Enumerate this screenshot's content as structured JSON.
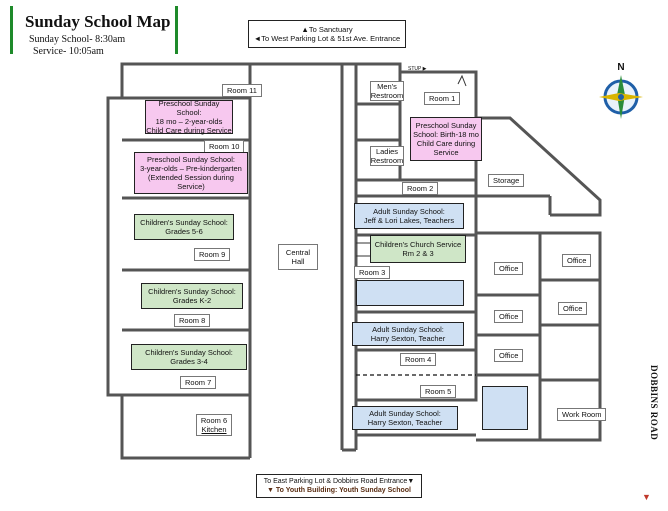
{
  "title": "Sunday School Map",
  "times": {
    "sunday_school": "Sunday School- 8:30am",
    "service": "Service- 10:05am"
  },
  "top_entrance": {
    "line1": "▲To Sanctuary",
    "line2": "◄To West Parking Lot & 51st Ave. Entrance"
  },
  "bottom_entrance": {
    "line1": "To East Parking Lot & Dobbins Road Entrance▼",
    "line2": "▼ To Youth Building: Youth Sunday School"
  },
  "road": "DOBBINS ROAD",
  "compass": {
    "north": "N",
    "colors": {
      "ring": "#1f5fa8",
      "arrow_main": "#2a8c3a",
      "arrow_alt": "#d8b400"
    }
  },
  "rooms": {
    "room11": "Room 11",
    "room10": "Room 10",
    "room9": "Room 9",
    "room8": "Room 8",
    "room7": "Room 7",
    "room6": [
      "Room 6",
      "Kitchen"
    ],
    "mens": [
      "Men's",
      "Restroom"
    ],
    "room1": "Room 1",
    "ladies": [
      "Ladies",
      "Restroom"
    ],
    "storage": "Storage",
    "room2": "Room 2",
    "room3": "Room 3",
    "room4": "Room 4",
    "room5": "Room 5",
    "central_hall": [
      "Central",
      "Hall"
    ],
    "office1": "Office",
    "office2": "Office",
    "office3": "Office",
    "office4": "Office",
    "office5": "Office",
    "work_room": "Work Room",
    "stair_label": "STUP ▶"
  },
  "programs": {
    "preschool_18mo": [
      "Preschool Sunday School:",
      "18 mo – 2-year-olds",
      "Child Care during Service"
    ],
    "preschool_3yr": [
      "Preschool Sunday School:",
      "3-year-olds – Pre-kindergarten",
      "(Extended Session during Service)"
    ],
    "grades_5_6": [
      "Children's Sunday School:",
      "Grades 5-6"
    ],
    "grades_k_2": [
      "Children's Sunday School:",
      "Grades K-2"
    ],
    "grades_3_4": [
      "Children's Sunday School:",
      "Grades 3-4"
    ],
    "preschool_birth": [
      "Preschool Sunday",
      "School: Birth-18 mo",
      "Child Care during",
      "Service"
    ],
    "adult_lakes": [
      "Adult Sunday School:",
      "Jeff & Lori Lakes, Teachers"
    ],
    "childrens_church": [
      "Children's Church Service",
      "Rm 2 & 3"
    ],
    "adult_sexton1": [
      "Adult Sunday School:",
      "Harry Sexton, Teacher"
    ],
    "adult_sexton2": [
      "Adult Sunday School:",
      "Harry Sexton, Teacher"
    ]
  },
  "colors": {
    "preschool": "#f7c8ef",
    "children": "#cfe6c7",
    "adult": "#cfe0f3",
    "title_bar": "#1e8a2a",
    "road_arrow": "#c0392b"
  }
}
